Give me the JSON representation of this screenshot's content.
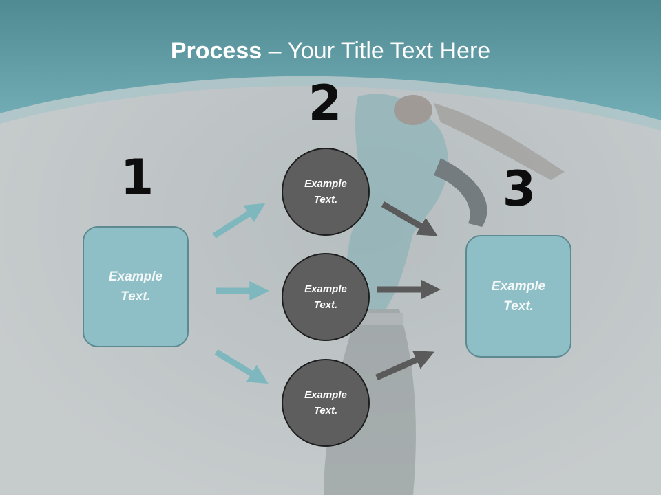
{
  "title": {
    "bold": "Process",
    "rest": " – Your Title Text Here"
  },
  "steps": [
    {
      "number": "1",
      "text": "Example Text."
    },
    {
      "number": "2",
      "items": [
        "Example Text.",
        "Example Text.",
        "Example Text."
      ]
    },
    {
      "number": "3",
      "text": "Example Text."
    }
  ],
  "colors": {
    "header_teal": "#5f9aa2",
    "box_fill": "#8ebfc6",
    "box_border": "#5d8990",
    "circle_fill": "#5e5e5e",
    "arrow_teal": "#7fb7be",
    "arrow_dark": "#5a5a5a"
  }
}
